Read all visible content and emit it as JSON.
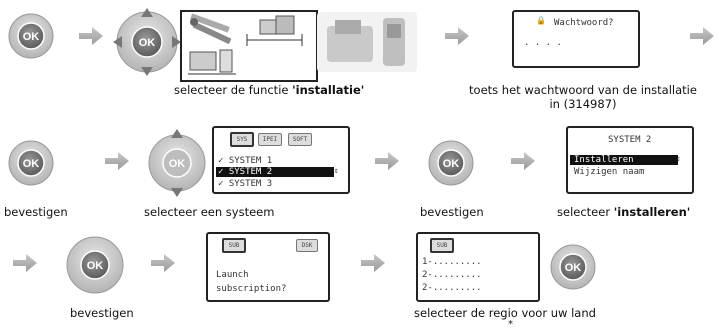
{
  "row1": {
    "caption_installatie_pre": "selecteer de functie ",
    "caption_installatie_bold": "'installatie'",
    "password_screen_title": "Wachtwoord?",
    "password_dots": ". . . .",
    "caption_password": "toets het wachtwoord van de installatie in (314987)"
  },
  "row2": {
    "caption_confirm1": "bevestigen",
    "caption_select_system": "selecteer een systeem",
    "tabs": [
      "SYS",
      "IPEI",
      "SOFT"
    ],
    "systems": [
      "SYSTEM 1",
      "SYSTEM 2",
      "SYSTEM 3"
    ],
    "caption_confirm2": "bevestigen",
    "menu_title": "SYSTEM 2",
    "menu_items": [
      "Installeren",
      "Wijzigen naam"
    ],
    "caption_install_pre": "selecteer ",
    "caption_install_bold": "'installeren'"
  },
  "row3": {
    "caption_confirm3": "bevestigen",
    "sub_tab": "SUB",
    "dsk_tab": "DSK",
    "launch_line1": "Launch",
    "launch_line2": "subscription?",
    "region_lines": [
      "1-.........",
      "2-.........",
      "2-........."
    ],
    "caption_region": "selecteer de regio voor uw land",
    "footnote_mark": "*"
  },
  "ok_label": "OK"
}
